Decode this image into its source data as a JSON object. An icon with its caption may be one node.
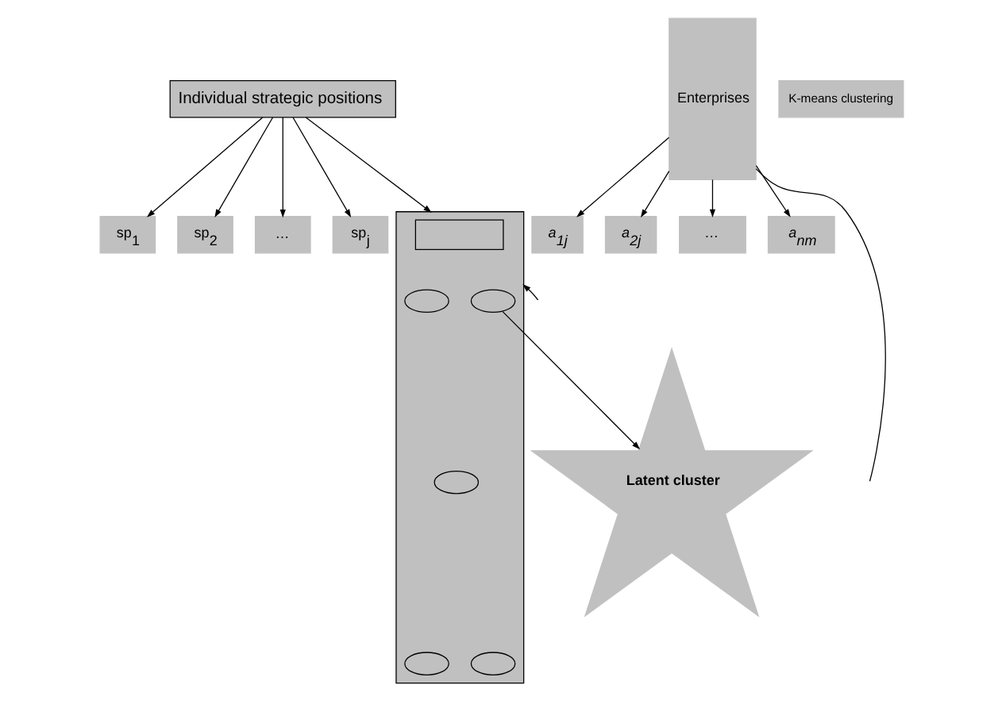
{
  "diagram": {
    "nodes": [
      {
        "text": [
          "Individual strategic positions"
        ]
      },
      {
        "text": [
          "sp$_{1}$"
        ]
      },
      {
        "text": [
          "sp$_{2}$"
        ]
      },
      {
        "text": [
          "…"
        ]
      },
      {
        "text": [
          "sp$_{j}$"
        ]
      },
      {
        "text": [
          "Enterprises"
        ]
      },
      {
        "text": [
          "a$_{1j}$"
        ]
      },
      {
        "text": [
          "a$_{2j}$"
        ]
      },
      {
        "text": [
          "…"
        ]
      },
      {
        "text": [
          "a$_{nm}$"
        ]
      },
      {
        "text": [],
        "shape": "box"
      },
      {
        "text": [],
        "shape": "box",
        "in": 10
      },
      {
        "text": [
          "K-means clustering"
        ]
      },
      {
        "text": [],
        "shape": "ellipse",
        "in": 10
      },
      {
        "text": [],
        "shape": "ellipse",
        "in": 10
      },
      {
        "text": [],
        "shape": "ellipse",
        "in": 10
      },
      {
        "text": [],
        "shape": "ellipse",
        "in": 10
      },
      {
        "text": [],
        "shape": "ellipse",
        "in": 10
      },
      {
        "text": [
          "Latent cluster"
        ]
      }
    ],
    "edges": [
      {
        "from": 0,
        "to": 1,
        "arrow": "to"
      },
      {
        "from": 0,
        "to": 2,
        "arrow": "to"
      },
      {
        "from": 0,
        "to": 3,
        "arrow": "to"
      },
      {
        "from": 0,
        "to": 4,
        "arrow": "to"
      },
      {
        "from": 0,
        "to": 10,
        "arrow": "to"
      },
      {
        "from": 5,
        "to": 6,
        "arrow": "to"
      },
      {
        "from": 5,
        "to": 7,
        "arrow": "to"
      },
      {
        "from": 5,
        "to": 8,
        "arrow": "to"
      },
      {
        "from": 5,
        "to": 9,
        "arrow": "to"
      },
      {
        "from": 14,
        "to": 18,
        "arrow": "to"
      },
      {
        "from": 5,
        "to": null,
        "arrow": "none"
      },
      {
        "from": null,
        "to": 10,
        "arrow": "to"
      }
    ]
  }
}
